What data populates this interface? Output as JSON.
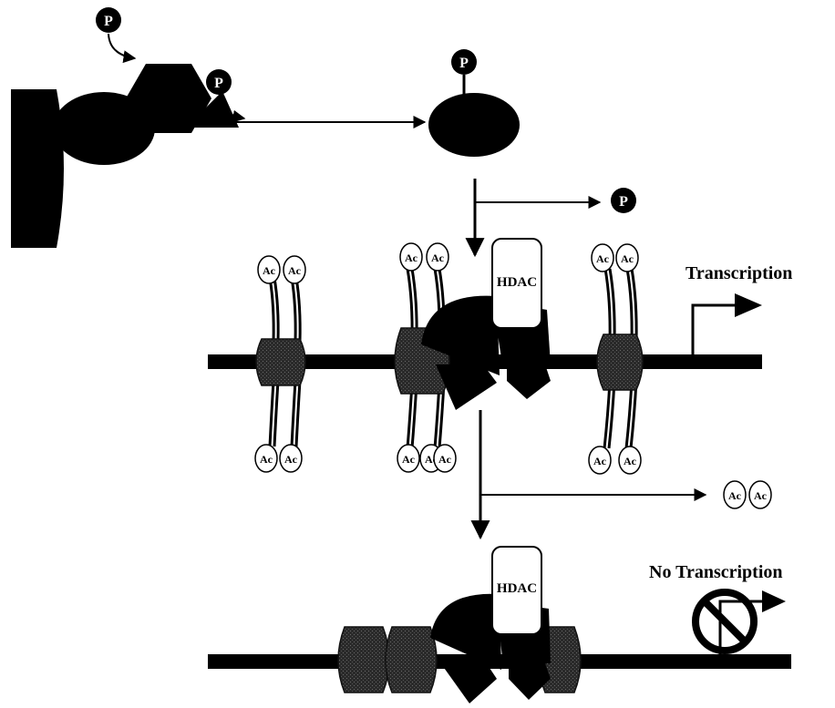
{
  "labels": {
    "phospho": "P",
    "acetyl": "Ac",
    "hdac": "HDAC",
    "transcription": "Transcription",
    "no_transcription": "No Transcription"
  },
  "colors": {
    "foreground": "#000000",
    "background": "#ffffff",
    "histone_fill": "#3a3a3a"
  }
}
